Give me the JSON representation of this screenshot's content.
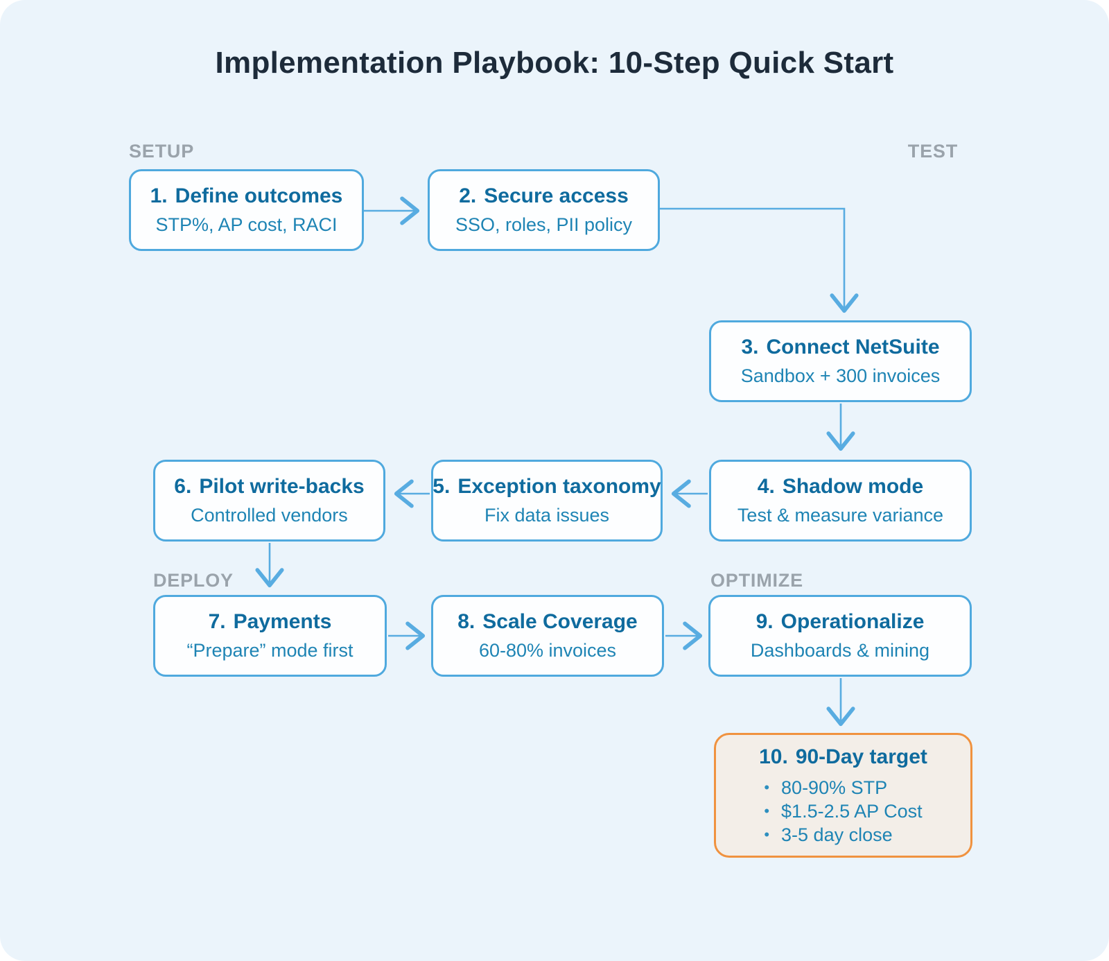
{
  "title": "Implementation Playbook: 10-Step Quick Start",
  "stage_labels": {
    "setup": "SETUP",
    "test": "TEST",
    "deploy": "DEPLOY",
    "optimize": "OPTIMIZE"
  },
  "nodes": [
    {
      "num": "1.",
      "label": "Define outcomes",
      "detail": "STP%, AP cost, RACI"
    },
    {
      "num": "2.",
      "label": "Secure access",
      "detail": "SSO, roles, PII policy"
    },
    {
      "num": "3.",
      "label": "Connect NetSuite",
      "detail": "Sandbox + 300 invoices"
    },
    {
      "num": "4.",
      "label": "Shadow mode",
      "detail": "Test & measure variance"
    },
    {
      "num": "5.",
      "label": "Exception taxonomy",
      "detail": "Fix data issues"
    },
    {
      "num": "6.",
      "label": "Pilot write-backs",
      "detail": "Controlled vendors"
    },
    {
      "num": "7.",
      "label": "Payments",
      "detail": "“Prepare” mode first"
    },
    {
      "num": "8.",
      "label": "Scale Coverage",
      "detail": "60-80% invoices"
    },
    {
      "num": "9.",
      "label": "Operationalize",
      "detail": "Dashboards & mining"
    }
  ],
  "target": {
    "num": "10.",
    "label": "90-Day target",
    "bullet_glyph": "•",
    "bullets": [
      "80-90% STP",
      "$1.5-2.5 AP Cost",
      "3-5 day close"
    ]
  },
  "edges": [
    {
      "from": "1",
      "to": "2"
    },
    {
      "from": "2",
      "to": "3"
    },
    {
      "from": "3",
      "to": "4"
    },
    {
      "from": "4",
      "to": "5"
    },
    {
      "from": "5",
      "to": "6"
    },
    {
      "from": "6",
      "to": "7"
    },
    {
      "from": "7",
      "to": "8"
    },
    {
      "from": "8",
      "to": "9"
    },
    {
      "from": "9",
      "to": "10"
    }
  ],
  "colors": {
    "card_bg": "#ebf4fb",
    "node_border": "#4fa9de",
    "node_bg": "#fdfeff",
    "heading_text": "#0f6b9e",
    "detail_text": "#1e84b4",
    "stage_label": "#9aa3ab",
    "title_text": "#1d2b3a",
    "arrow": "#58ace1",
    "target_border": "#f0923f",
    "target_bg": "#f3eee8"
  }
}
